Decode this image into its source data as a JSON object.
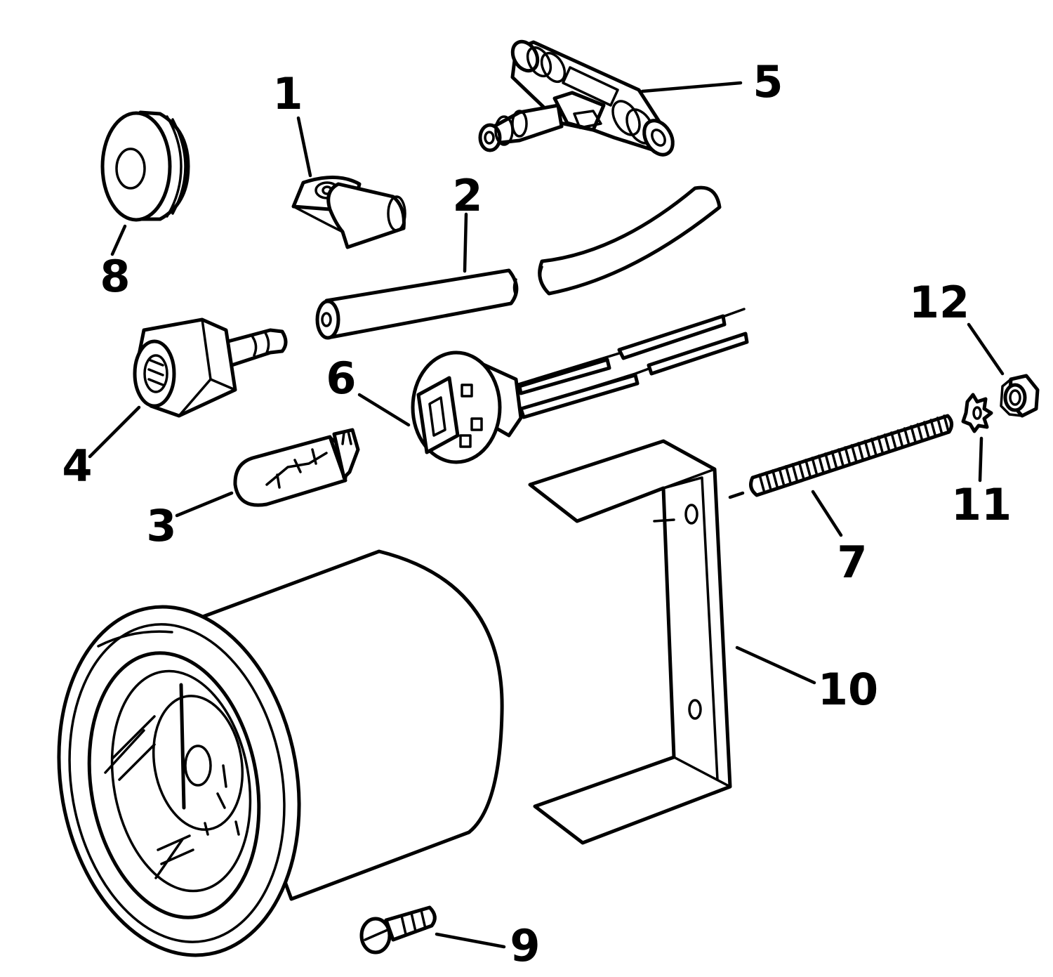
{
  "callouts": {
    "c1": "1",
    "c2": "2",
    "c3": "3",
    "c4": "4",
    "c5": "5",
    "c6": "6",
    "c7": "7",
    "c8": "8",
    "c9": "9",
    "c10": "10",
    "c11": "11",
    "c12": "12"
  },
  "colors": {
    "ink": "#000000",
    "paper": "#ffffff"
  }
}
